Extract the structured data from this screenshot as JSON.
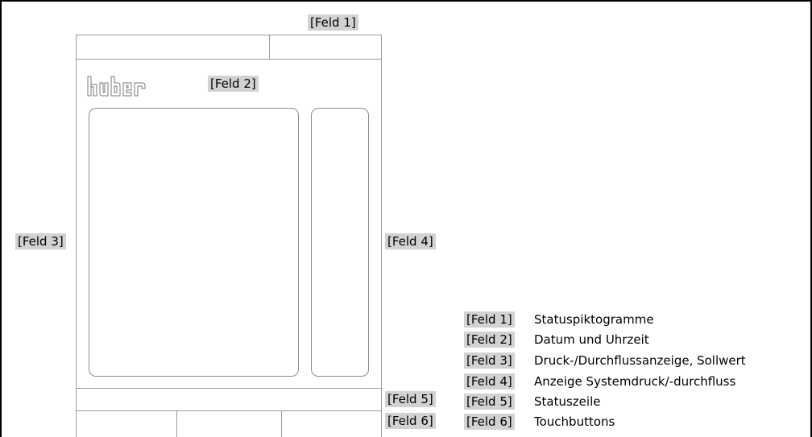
{
  "diagram": {
    "logo_text": "huber",
    "fields": {
      "feld1": "[Feld 1]",
      "feld2": "[Feld 2]",
      "feld3": "[Feld 3]",
      "feld4": "[Feld 4]",
      "feld5": "[Feld 5]",
      "feld6": "[Feld 6]"
    },
    "legend": [
      {
        "tag": "[Feld 1]",
        "description": "Statuspiktogramme"
      },
      {
        "tag": "[Feld 2]",
        "description": "Datum und Uhrzeit"
      },
      {
        "tag": "[Feld 3]",
        "description": "Druck-/Durchflussanzeige, Sollwert"
      },
      {
        "tag": "[Feld 4]",
        "description": "Anzeige Systemdruck/-durchfluss"
      },
      {
        "tag": "[Feld 5]",
        "description": "Statuszeile"
      },
      {
        "tag": "[Feld 6]",
        "description": "Touchbuttons"
      }
    ]
  }
}
